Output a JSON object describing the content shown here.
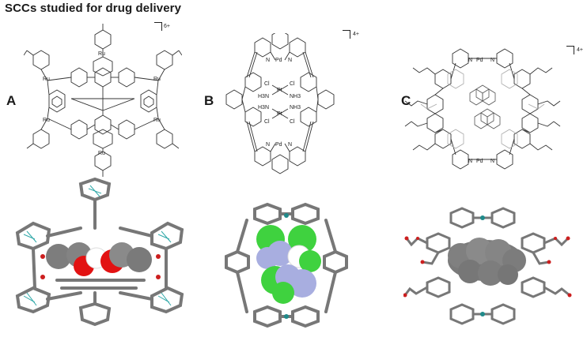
{
  "figure": {
    "title": "SCCs studied for drug delivery",
    "panels": [
      {
        "label": "A",
        "charge": "6+"
      },
      {
        "label": "B",
        "charge": "4+"
      },
      {
        "label": "C",
        "charge": "4+"
      }
    ],
    "atom_labels": {
      "ru": "Ru",
      "pd": "Pd",
      "n": "N",
      "pt": "Pt",
      "cl": "Cl",
      "nh3": "NH3",
      "h3n": "H3N"
    },
    "colors": {
      "bond": "#6e6e6e",
      "carbon_sphere": "#7d7d7d",
      "oxygen": "#e01010",
      "chlorine": "#3fd23f",
      "nitrogen": "#a8aee0",
      "metal": "#1f8a8a"
    }
  }
}
